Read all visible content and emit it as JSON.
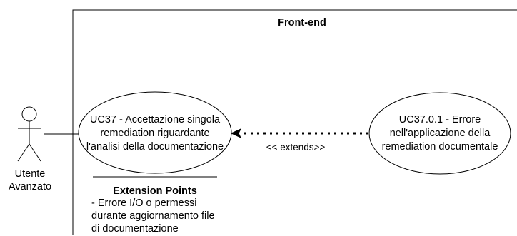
{
  "system": {
    "title": "Front-end"
  },
  "actor": {
    "label_line1": "Utente",
    "label_line2": "Avanzato"
  },
  "use_case_main": {
    "line1": "UC37 - Accettazione singola",
    "line2": "remediation riguardante",
    "line3": "l'analisi della documentazione"
  },
  "use_case_ext": {
    "line1": "UC37.0.1 - Errore",
    "line2": "nell'applicazione della",
    "line3": "remediation documentale"
  },
  "relation": {
    "label": "<< extends>>"
  },
  "extension_points": {
    "title": "Extension Points",
    "line1": "- Errore I/O o permessi",
    "line2": "durante aggiornamento file",
    "line3": "di documentazione"
  }
}
